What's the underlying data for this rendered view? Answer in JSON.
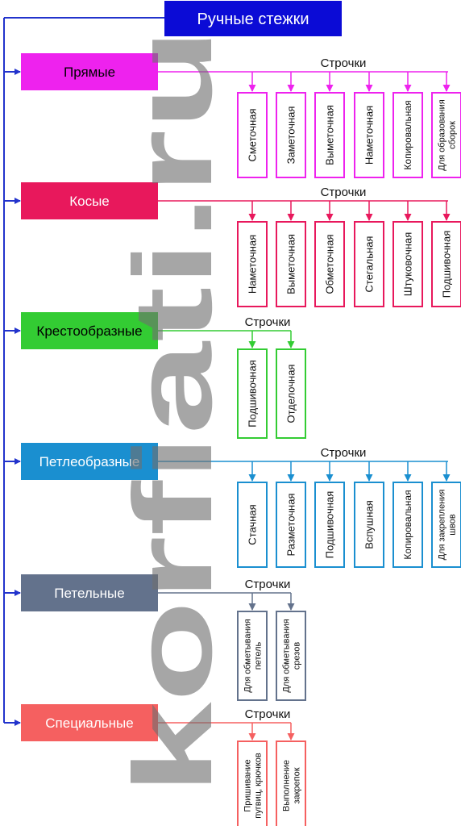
{
  "title": "Ручные стежки",
  "watermark": "korfiati.ru",
  "colors": {
    "title_bg": "#0b0bd6",
    "spine": "#2233cc"
  },
  "groups": [
    {
      "name": "Прямые",
      "color": "#ee22ee",
      "label_color": "#000000",
      "header": "Строчки",
      "stitches": [
        [
          "Сметочная"
        ],
        [
          "Заметочная"
        ],
        [
          "Выметочная"
        ],
        [
          "Наметочная"
        ],
        [
          "Копировальная"
        ],
        [
          "Для образования",
          "сборок"
        ]
      ]
    },
    {
      "name": "Косые",
      "color": "#e8185c",
      "label_color": "#ffffff",
      "header": "Строчки",
      "stitches": [
        [
          "Наметочная"
        ],
        [
          "Выметочная"
        ],
        [
          "Обметочная"
        ],
        [
          "Стегальная"
        ],
        [
          "Штуковочная"
        ],
        [
          "Подшивочная"
        ]
      ]
    },
    {
      "name": "Крестообразные",
      "color": "#33cc33",
      "label_color": "#000000",
      "header": "Строчки",
      "stitches": [
        [
          "Подшивочная"
        ],
        [
          "Отделочная"
        ]
      ]
    },
    {
      "name": "Петлеобразные",
      "color": "#1a8fd0",
      "label_color": "#ffffff",
      "header": "Строчки",
      "stitches": [
        [
          "Стачная"
        ],
        [
          "Разметочная"
        ],
        [
          "Подшивочная"
        ],
        [
          "Вспушная"
        ],
        [
          "Копировальная"
        ],
        [
          "Для закрепления",
          "швов"
        ]
      ]
    },
    {
      "name": "Петельные",
      "color": "#63728c",
      "label_color": "#ffffff",
      "header": "Строчки",
      "stitches": [
        [
          "Для обметывания",
          "петель"
        ],
        [
          "Для обметывания",
          "срезов"
        ]
      ]
    },
    {
      "name": "Специальные",
      "color": "#f56060",
      "label_color": "#ffffff",
      "header": "Строчки",
      "stitches": [
        [
          "Пришивание",
          "пугвиц, крючков"
        ],
        [
          "Выполнение",
          "закрепок"
        ]
      ]
    }
  ]
}
